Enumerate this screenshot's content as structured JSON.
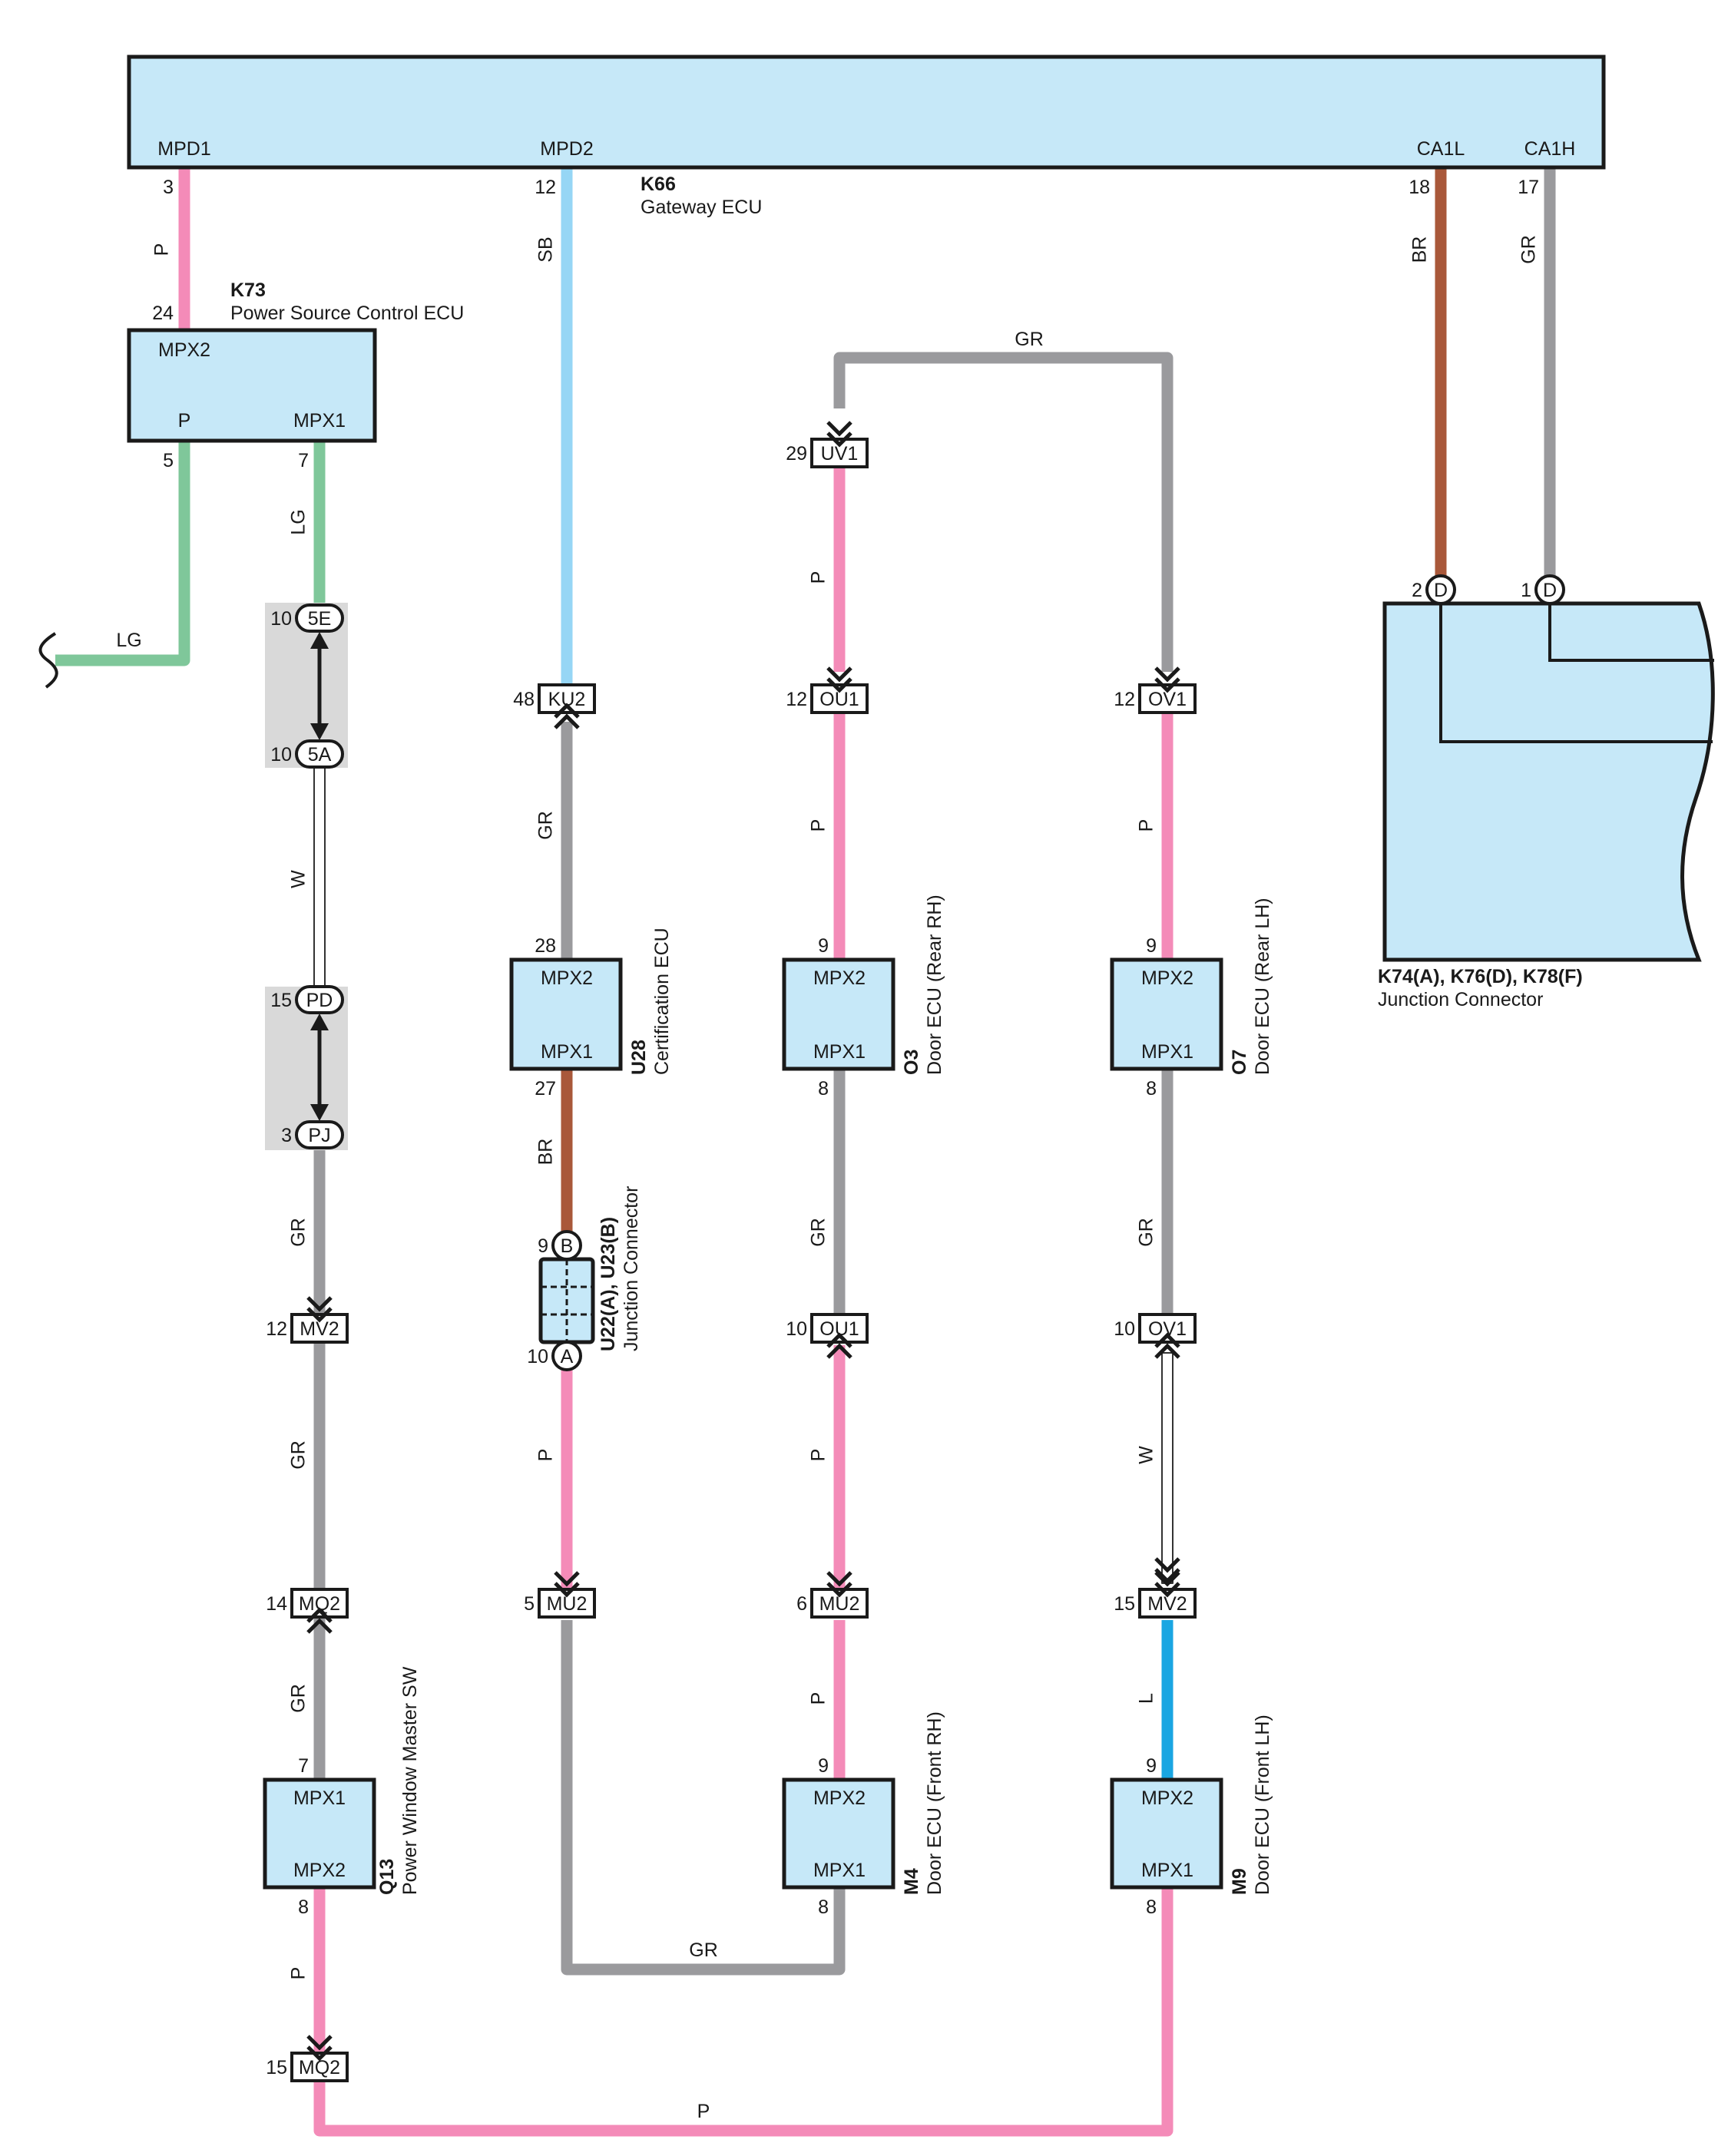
{
  "colors": {
    "pink": "#f48bb8",
    "sky_blue": "#96d6f5",
    "gray": "#9a9a9d",
    "brown": "#a9583a",
    "light_green": "#7fc79a",
    "blue": "#1aa6e2",
    "ecu_fill": "#c6e8f8",
    "white_wire": "#ffffff"
  },
  "gateway": {
    "code": "K66",
    "name": "Gateway ECU",
    "pins": [
      {
        "label": "MPD1",
        "num": "3"
      },
      {
        "label": "MPD2",
        "num": "12"
      },
      {
        "label": "CA1L",
        "num": "18"
      },
      {
        "label": "CA1H",
        "num": "17"
      }
    ]
  },
  "power_source": {
    "code": "K73",
    "name": "Power Source Control ECU",
    "pins": [
      {
        "label": "MPX2",
        "num": "24"
      },
      {
        "label": "P",
        "num": "5"
      },
      {
        "label": "MPX1",
        "num": "7"
      }
    ]
  },
  "certification": {
    "code": "U28",
    "name": "Certification ECU",
    "top_label": "MPX2",
    "top_num": "28",
    "bottom_label": "MPX1",
    "bottom_num": "27"
  },
  "door_rear_rh": {
    "code": "O3",
    "name": "Door ECU (Rear RH)",
    "top_label": "MPX2",
    "top_num": "9",
    "bottom_label": "MPX1",
    "bottom_num": "8"
  },
  "door_rear_lh": {
    "code": "O7",
    "name": "Door ECU (Rear LH)",
    "top_label": "MPX2",
    "top_num": "9",
    "bottom_label": "MPX1",
    "bottom_num": "8"
  },
  "power_window": {
    "code": "Q13",
    "name": "Power Window Master SW",
    "top_label": "MPX1",
    "top_num": "7",
    "bottom_label": "MPX2",
    "bottom_num": "8"
  },
  "door_front_rh": {
    "code": "M4",
    "name": "Door ECU (Front RH)",
    "top_label": "MPX2",
    "top_num": "9",
    "bottom_label": "MPX1",
    "bottom_num": "8"
  },
  "door_front_lh": {
    "code": "M9",
    "name": "Door ECU (Front LH)",
    "top_label": "MPX2",
    "top_num": "9",
    "bottom_label": "MPX1",
    "bottom_num": "8"
  },
  "junction_u22": {
    "code": "U22(A), U23(B)",
    "name": "Junction Connector",
    "pin_b": {
      "label": "B",
      "num": "9"
    },
    "pin_a": {
      "label": "A",
      "num": "10"
    }
  },
  "junction_k74": {
    "code": "K74(A), K76(D), K78(F)",
    "name": "Junction Connector",
    "pins": [
      {
        "label": "D",
        "num": "2"
      },
      {
        "label": "D",
        "num": "1"
      }
    ]
  },
  "connectors": [
    {
      "id": "uv1",
      "label": "UV1",
      "num": "29"
    },
    {
      "id": "ku2",
      "label": "KU2",
      "num": "48"
    },
    {
      "id": "ou1-top",
      "label": "OU1",
      "num": "12"
    },
    {
      "id": "ov1-top",
      "label": "OV1",
      "num": "12"
    },
    {
      "id": "mv2-left",
      "label": "MV2",
      "num": "12"
    },
    {
      "id": "ou1-bottom",
      "label": "OU1",
      "num": "10"
    },
    {
      "id": "ov1-bottom",
      "label": "OV1",
      "num": "10"
    },
    {
      "id": "mq2-top",
      "label": "MQ2",
      "num": "14"
    },
    {
      "id": "mu2-left",
      "label": "MU2",
      "num": "5"
    },
    {
      "id": "mu2-right",
      "label": "MU2",
      "num": "6"
    },
    {
      "id": "mv2-right",
      "label": "MV2",
      "num": "15"
    },
    {
      "id": "mq2-bottom",
      "label": "MQ2",
      "num": "15"
    }
  ],
  "junction_blocks": [
    {
      "id": "5e",
      "label": "5E",
      "num": "10"
    },
    {
      "id": "5a",
      "label": "5A",
      "num": "10"
    },
    {
      "id": "pd",
      "label": "PD",
      "num": "15"
    },
    {
      "id": "pj",
      "label": "PJ",
      "num": "3"
    }
  ],
  "wire_labels": [
    {
      "id": "w-mpd1",
      "text": "P"
    },
    {
      "id": "w-lg-left",
      "text": "LG"
    },
    {
      "id": "w-mpx1",
      "text": "LG"
    },
    {
      "id": "w-white-left",
      "text": "W"
    },
    {
      "id": "w-pj-mv2",
      "text": "GR"
    },
    {
      "id": "w-mv2-mq2",
      "text": "GR"
    },
    {
      "id": "w-mq2-q13",
      "text": "GR"
    },
    {
      "id": "w-q13-mq2",
      "text": "P"
    },
    {
      "id": "w-bottom-p",
      "text": "P"
    },
    {
      "id": "w-mpd2",
      "text": "SB"
    },
    {
      "id": "w-ku2-u28",
      "text": "GR"
    },
    {
      "id": "w-u28-u22",
      "text": "BR"
    },
    {
      "id": "w-u22-mu2",
      "text": "P"
    },
    {
      "id": "w-bottom-gr",
      "text": "GR"
    },
    {
      "id": "w-top-gr",
      "text": "GR"
    },
    {
      "id": "w-uv1-ou1",
      "text": "P"
    },
    {
      "id": "w-ou1-o3",
      "text": "P"
    },
    {
      "id": "w-o3-ou1",
      "text": "GR"
    },
    {
      "id": "w-ou1-mu2",
      "text": "P"
    },
    {
      "id": "w-mu2-m4",
      "text": "P"
    },
    {
      "id": "w-ov1-o7",
      "text": "P"
    },
    {
      "id": "w-o7-ov1",
      "text": "GR"
    },
    {
      "id": "w-white-right",
      "text": "W"
    },
    {
      "id": "w-mv2-m9",
      "text": "L"
    },
    {
      "id": "w-ca1l",
      "text": "BR"
    },
    {
      "id": "w-ca1h",
      "text": "GR"
    }
  ]
}
